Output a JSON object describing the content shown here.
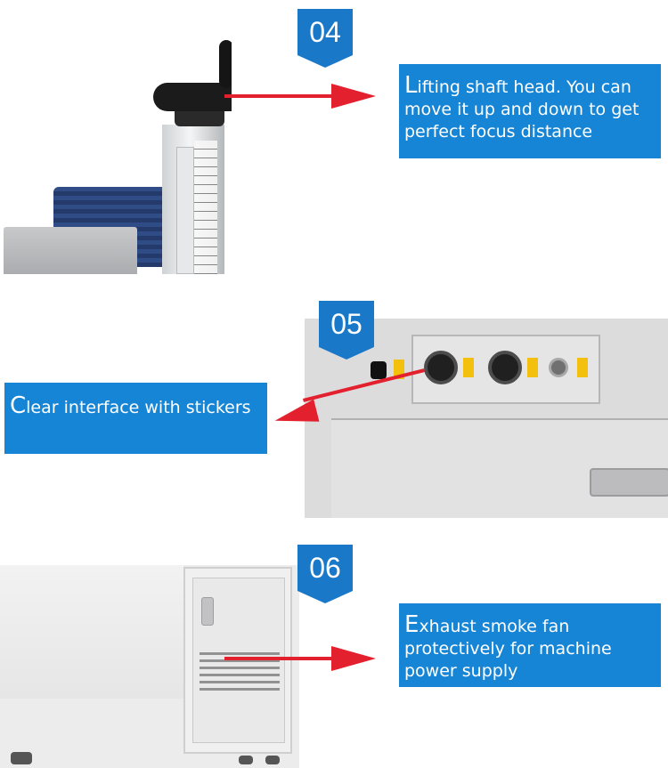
{
  "sections": [
    {
      "number": "04",
      "caption_first_letter": "L",
      "caption_rest": "ifting shaft head. You can\nmove it up and down to get\nperfect focus distance",
      "photo_icon": "lifting-shaft-icon"
    },
    {
      "number": "05",
      "caption_first_letter": "C",
      "caption_rest": "lear interface with stickers",
      "photo_icon": "interface-panel-icon"
    },
    {
      "number": "06",
      "caption_first_letter": "E",
      "caption_rest": "xhaust smoke fan\nprotectively for machine\npower supply",
      "photo_icon": "cabinet-vent-icon"
    }
  ],
  "colors": {
    "badge": "#1a78c9",
    "callout": "#1785d6",
    "arrow": "#e3202d"
  }
}
